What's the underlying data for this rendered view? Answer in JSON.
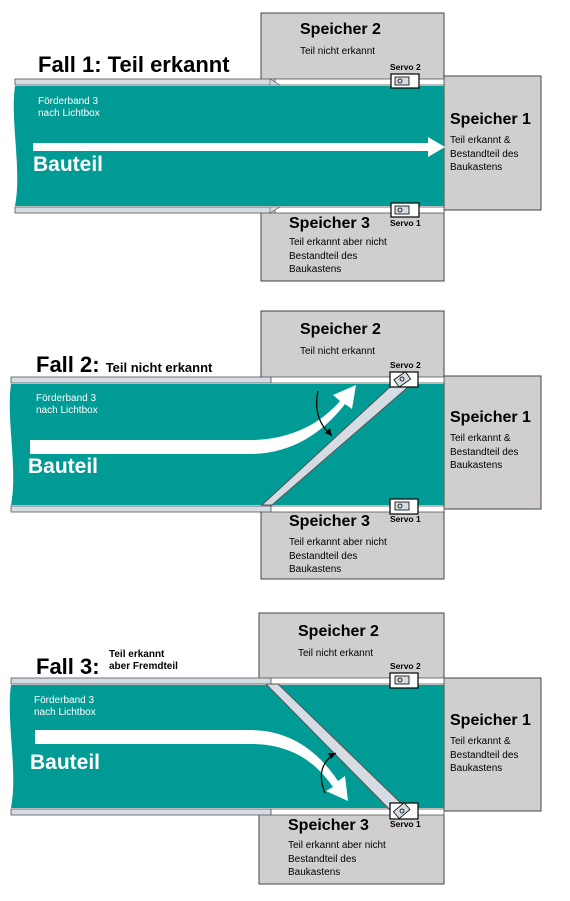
{
  "colors": {
    "belt": "#009b94",
    "store_box": "#d0cece",
    "rail": "#d6dce4",
    "arrow": "#ffffff"
  },
  "belt_label": "Förderband 3\nnach Lichtbox",
  "part_label": "Bauteil",
  "servo_2": "Servo 2",
  "servo_1": "Servo 1",
  "storage": {
    "s1": {
      "title": "Speicher 1",
      "desc": "Teil erkannt & Bestandteil des Baukastens"
    },
    "s2": {
      "title": "Speicher 2",
      "desc": "Teil nicht erkannt"
    },
    "s3": {
      "title": "Speicher 3",
      "desc": "Teil erkannt aber nicht Bestandteil des Baukastens"
    }
  },
  "cases": [
    {
      "title": "Fall 1: Teil erkannt",
      "route": "Speicher 1"
    },
    {
      "title_main": "Fall 2:",
      "title_small": "Teil nicht erkannt",
      "route": "Speicher 2"
    },
    {
      "title_main": "Fall 3:",
      "subtitle_line1": "Teil erkannt",
      "subtitle_line2": "aber Fremdteil",
      "route": "Speicher 3"
    }
  ]
}
